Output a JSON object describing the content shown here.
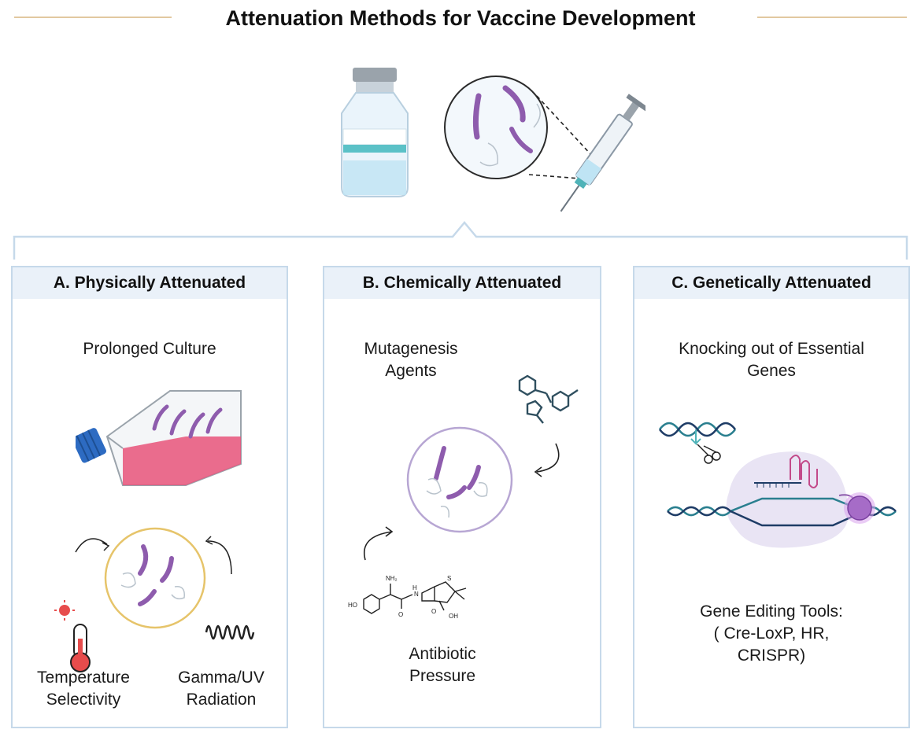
{
  "title": "Attenuation Methods for Vaccine Development",
  "colors": {
    "accent_rule": "#e2c8a0",
    "panel_border": "#c6d9ea",
    "panel_header_bg": "#eaf1f9",
    "parasite": "#8e5cad",
    "culture_pink": "#e7537a",
    "cap_blue": "#2d6bc2",
    "gold_circle": "#e6c46a",
    "purple_circle": "#b7a6d3"
  },
  "panels": [
    {
      "heading": "A. Physically Attenuated",
      "top_label": "Prolonged Culture",
      "bottom_left_label": "Temperature\nSelectivity",
      "bottom_right_label": "Gamma/UV\nRadiation"
    },
    {
      "heading": "B. Chemically Attenuated",
      "top_label": "Mutagenesis\nAgents",
      "bottom_label": "Antibiotic\nPressure"
    },
    {
      "heading": "C. Genetically Attenuated",
      "top_label": "Knocking out of Essential\nGenes",
      "bottom_label": "Gene Editing Tools:\n( Cre-LoxP, HR,\nCRISPR)"
    }
  ],
  "molecule_labels": [
    "NH₂",
    "H",
    "N",
    "S",
    "O",
    "HO",
    "OH",
    "O"
  ],
  "icons": [
    "vaccine-vial-icon",
    "magnifier-circle-icon",
    "syringe-icon",
    "culture-flask-icon",
    "thermometer-icon",
    "radiation-wave-icon",
    "dna-scissors-icon",
    "crispr-complex-icon",
    "molecule-icon"
  ]
}
